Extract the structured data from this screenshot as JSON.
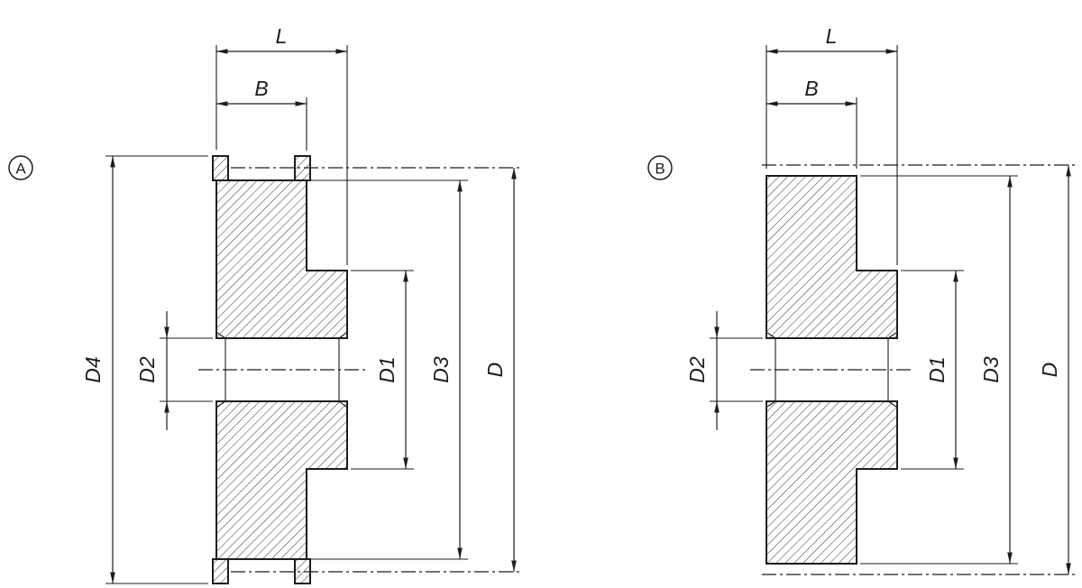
{
  "figure": {
    "colors": {
      "line": "#1d1d1b",
      "background": "#ffffff"
    },
    "views": [
      {
        "badge": "A",
        "labels": {
          "L": "L",
          "B": "B",
          "D4": "D4",
          "D2": "D2",
          "D1": "D1",
          "D3": "D3",
          "D": "D"
        }
      },
      {
        "badge": "B",
        "labels": {
          "L": "L",
          "B": "B",
          "D2": "D2",
          "D1": "D1",
          "D3": "D3",
          "D": "D"
        }
      }
    ]
  }
}
